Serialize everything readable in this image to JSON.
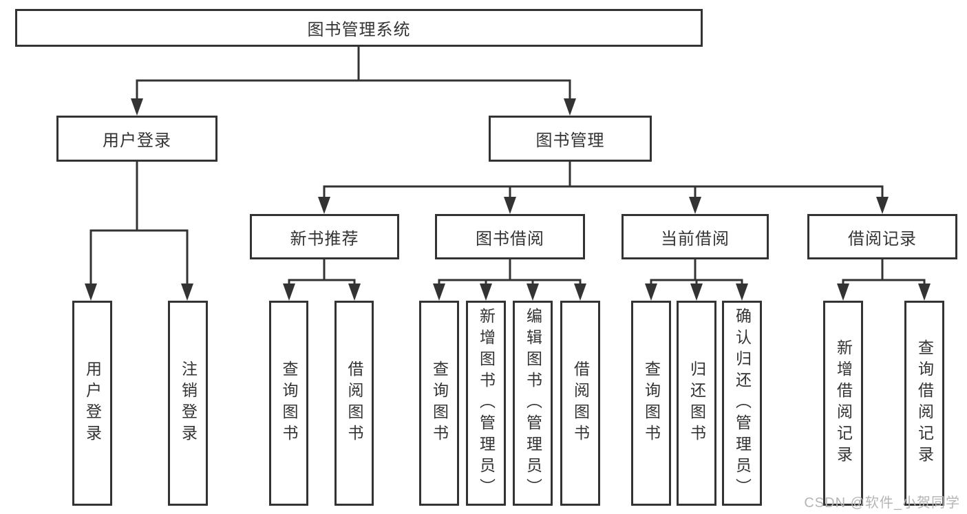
{
  "colors": {
    "line": "#333333",
    "text": "#333333",
    "background": "#ffffff",
    "watermark": "#b5b5b5"
  },
  "watermark": {
    "text": "CSDN @软件_小贺同学"
  },
  "diagram": {
    "type": "tree",
    "root": {
      "label": "图书管理系统"
    },
    "level2": [
      {
        "label": "用户登录"
      },
      {
        "label": "图书管理"
      }
    ],
    "level3": [
      {
        "label": "新书推荐",
        "parent": "图书管理"
      },
      {
        "label": "图书借阅",
        "parent": "图书管理"
      },
      {
        "label": "当前借阅",
        "parent": "图书管理"
      },
      {
        "label": "借阅记录",
        "parent": "图书管理"
      }
    ],
    "leaves": [
      {
        "label": "用户登录",
        "parent": "用户登录"
      },
      {
        "label": "注销登录",
        "parent": "用户登录"
      },
      {
        "label": "查询图书",
        "parent": "新书推荐"
      },
      {
        "label": "借阅图书",
        "parent": "新书推荐"
      },
      {
        "label": "查询图书",
        "parent": "图书借阅"
      },
      {
        "label": "新增图书（管理员）",
        "parent": "图书借阅"
      },
      {
        "label": "编辑图书（管理员）",
        "parent": "图书借阅"
      },
      {
        "label": "借阅图书",
        "parent": "图书借阅"
      },
      {
        "label": "查询图书",
        "parent": "当前借阅"
      },
      {
        "label": "归还图书",
        "parent": "当前借阅"
      },
      {
        "label": "确认归还（管理员）",
        "parent": "当前借阅"
      },
      {
        "label": "新增借阅记录",
        "parent": "借阅记录"
      },
      {
        "label": "查询借阅记录",
        "parent": "借阅记录"
      }
    ]
  }
}
